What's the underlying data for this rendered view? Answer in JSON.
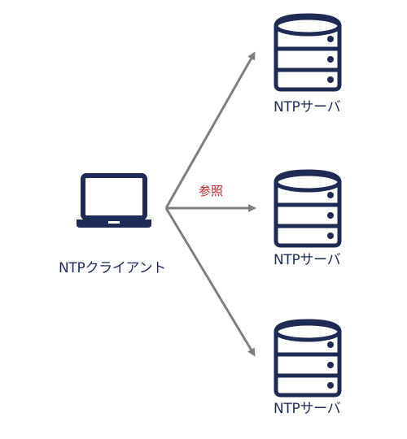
{
  "client": {
    "label": "NTPクライアント",
    "icon": "laptop-icon"
  },
  "servers": [
    {
      "label": "NTPサーバ",
      "icon": "server-icon"
    },
    {
      "label": "NTPサーバ",
      "icon": "server-icon"
    },
    {
      "label": "NTPサーバ",
      "icon": "server-icon"
    }
  ],
  "connection": {
    "label": "参照"
  },
  "colors": {
    "icon": "#1f2a55",
    "arrow": "#7f7f7f",
    "reference_text": "#b52a2a"
  }
}
